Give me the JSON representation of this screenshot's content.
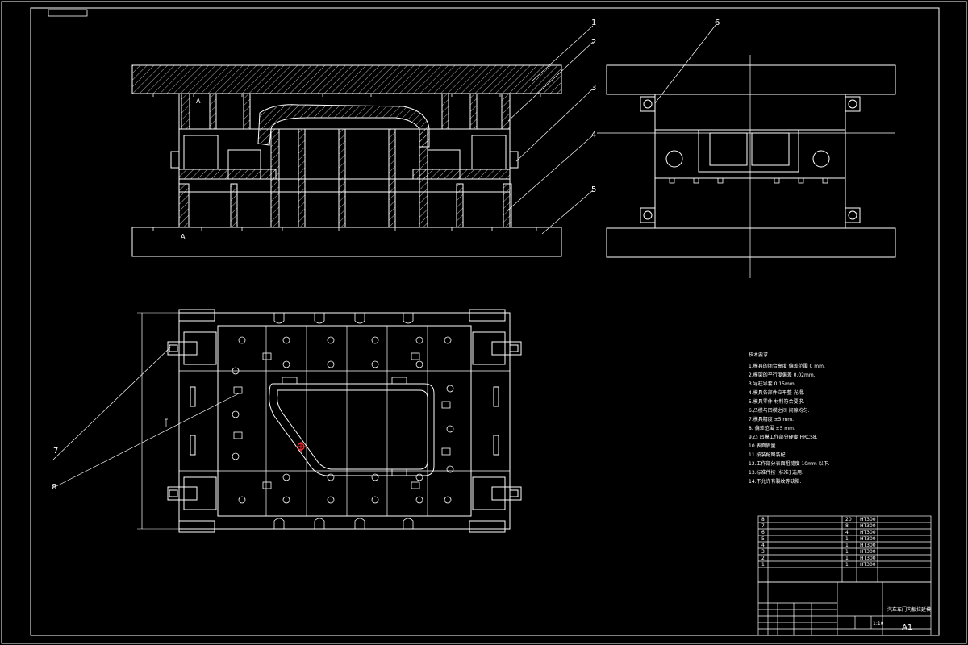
{
  "callouts": [
    "1",
    "2",
    "3",
    "4",
    "5",
    "6",
    "7",
    "8"
  ],
  "section_mark": "A",
  "tech_requirements": {
    "title": "技术要求",
    "lines": [
      "1.模具的闭合高度 偏差范围 0 mm.",
      "2.模架的平行度偏差 0.02mm.",
      "3.导柱导套 0.15mm.",
      "4.模具各部件应平整 光滑.",
      "5.模具零件 材料符合要求.",
      "6.凸模与凹模之间 间隙均匀.",
      "7.模具精度 ±5 mm.",
      "8. 偏差范围 ±5 mm.",
      "9.凸 凹模工作部分硬度 HRC58.",
      "10.表面质量.",
      "11.按装配图装配.",
      "12.工作部分表面粗糙度 10mm 以下.",
      "13.标准件按 [标准] 选用.",
      "14.不允许有裂纹等缺陷."
    ]
  },
  "bom": {
    "rows": [
      {
        "no": "8",
        "qty": "20",
        "material": "HT300"
      },
      {
        "no": "7",
        "qty": "8",
        "material": "HT300"
      },
      {
        "no": "6",
        "qty": "4",
        "material": "HT300"
      },
      {
        "no": "5",
        "qty": "1",
        "material": "HT300"
      },
      {
        "no": "4",
        "qty": "1",
        "material": "HT300"
      },
      {
        "no": "3",
        "qty": "1",
        "material": "HT300"
      },
      {
        "no": "2",
        "qty": "1",
        "material": "HT300"
      },
      {
        "no": "1",
        "qty": "1",
        "material": "HT300"
      }
    ]
  },
  "title_block": {
    "drawing_name": "汽车车门内板拉延模",
    "sheet_size": "A1",
    "scale": "1:10"
  }
}
